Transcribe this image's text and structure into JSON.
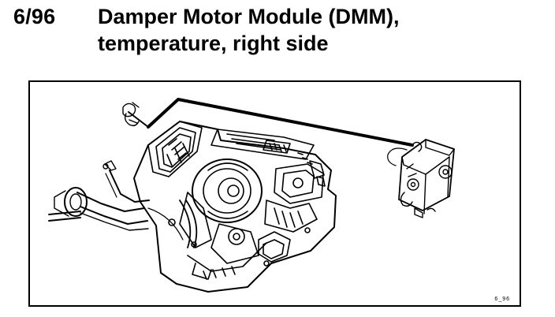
{
  "figure": {
    "number": "6/96",
    "title_line1": "Damper Motor Module (DMM),",
    "title_line2": "temperature, right side",
    "reference_code": "6_96"
  }
}
